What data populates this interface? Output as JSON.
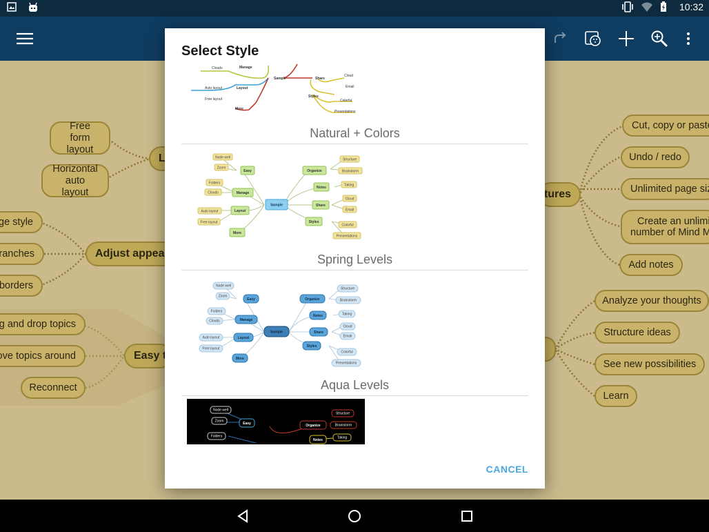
{
  "status_bar": {
    "time": "10:32"
  },
  "dialog": {
    "title": "Select Style",
    "cancel_label": "CANCEL",
    "styles": [
      {
        "label": "Natural + Colors"
      },
      {
        "label": "Spring Levels"
      },
      {
        "label": "Aqua Levels"
      }
    ]
  },
  "preview_nodes": {
    "center": "Sample",
    "left": [
      "Manage",
      "Layout",
      "More",
      "Easy"
    ],
    "right": [
      "Share",
      "Styles",
      "Organize",
      "Notes"
    ],
    "leaves_left": [
      "Clouds",
      "Auto layout",
      "Free layout",
      "Node well",
      "Zoom",
      "Folders"
    ],
    "leaves_right": [
      "Cloud",
      "Email",
      "Colorful",
      "Presentations",
      "Structure",
      "Brainstorm",
      "Taking"
    ]
  },
  "background": {
    "left_nodes": [
      "Free form layout",
      "Horizontal auto layout",
      "nge style",
      "ranches",
      "borders",
      "g and drop topics",
      "ove topics around",
      "Reconnect"
    ],
    "left_main": [
      "L",
      "Adjust appear",
      "Easy t"
    ],
    "right_main": [
      "tures"
    ],
    "right_nodes": [
      "Cut, copy or paste",
      "Undo / redo",
      "Unlimited page siz",
      "Create an unlimit",
      "number of Mind M",
      "Add notes",
      "Analyze your thoughts",
      "Structure ideas",
      "See new possibilities",
      "Learn"
    ]
  }
}
